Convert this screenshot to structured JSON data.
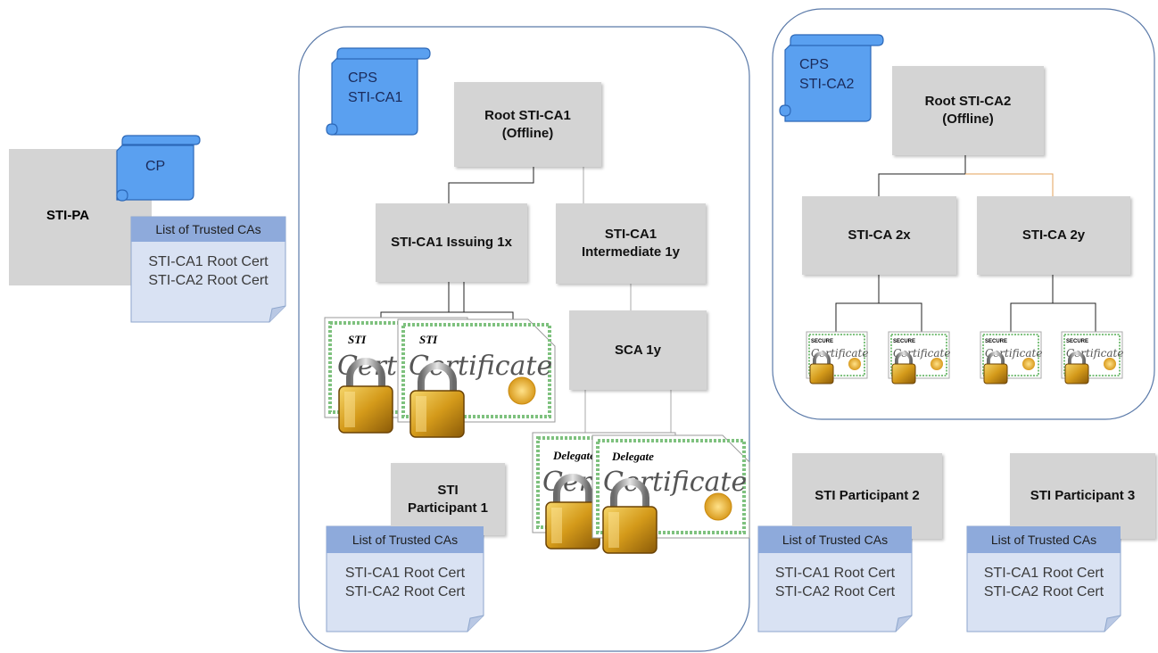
{
  "colors": {
    "node_fill": "#d4d4d4",
    "scroll_fill": "#5aa0f0",
    "note_fill": "#d9e2f3",
    "note_header": "#8eaadb",
    "frame_stroke": "#5b7aa9",
    "orange_line": "#e3a05a"
  },
  "sti_pa": {
    "label": "STI-PA"
  },
  "cp_scroll": {
    "label": "CP"
  },
  "pa_trusted": {
    "header": "List of Trusted CAs",
    "items": "STI-CA1 Root Cert\nSTI-CA2 Root Cert"
  },
  "ca1": {
    "cps": "CPS\nSTI-CA1",
    "root": "Root STI-CA1\n(Offline)",
    "issuing": "STI-CA1 Issuing 1x",
    "intermediate": "STI-CA1\nIntermediate 1y",
    "sca": "SCA 1y",
    "cert_label_sti": "STI",
    "cert_title": "Certificate",
    "cert_label_delegate": "Delegate",
    "participant1": "STI\nParticipant 1",
    "p1_trusted": {
      "header": "List of Trusted CAs",
      "items": "STI-CA1 Root Cert\nSTI-CA2 Root Cert"
    }
  },
  "ca2": {
    "cps": "CPS\nSTI-CA2",
    "root": "Root STI-CA2\n(Offline)",
    "node_2x": "STI-CA 2x",
    "node_2y": "STI-CA 2y",
    "small_cert_title": "Certificate",
    "small_cert_label": "SECURE"
  },
  "participant2": {
    "label": "STI Participant 2",
    "trusted": {
      "header": "List of Trusted CAs",
      "items": "STI-CA1 Root Cert\nSTI-CA2 Root Cert"
    }
  },
  "participant3": {
    "label": "STI Participant 3",
    "trusted": {
      "header": "List of Trusted CAs",
      "items": "STI-CA1 Root Cert\nSTI-CA2 Root Cert"
    }
  }
}
